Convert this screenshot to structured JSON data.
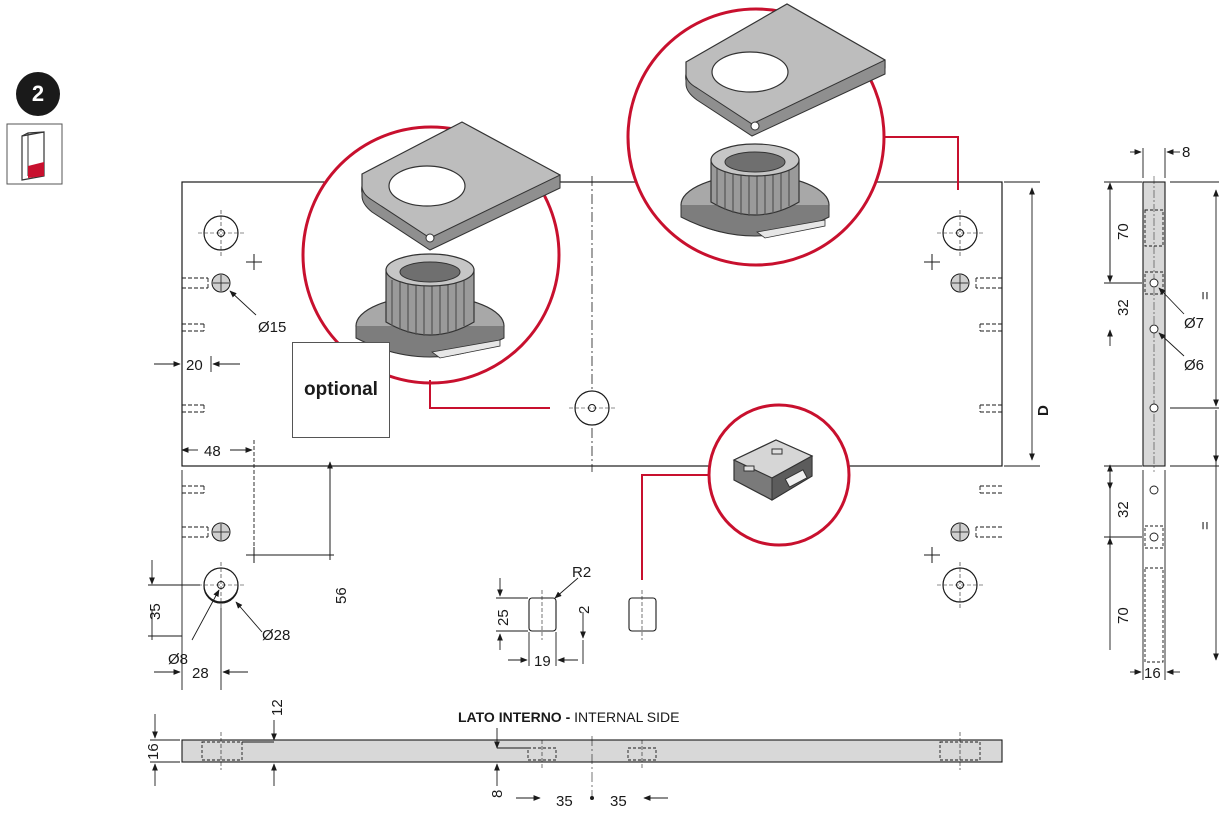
{
  "step": {
    "number": "2",
    "icon": "cabinet-side-panel-icon"
  },
  "optional_label": "optional",
  "section_title": {
    "bold": "LATO INTERNO -",
    "regular": " INTERNAL SIDE"
  },
  "colors": {
    "accent_red": "#c8102e",
    "panel_gray": "#d8d8d8",
    "line": "#1a1a1a"
  },
  "dims": {
    "d8_top": "8",
    "d70_a": "70",
    "d32_a": "32",
    "d32_b": "32",
    "d70_b": "70",
    "d_eq_a": "=",
    "d_eq_b": "=",
    "phi7": "Ø7",
    "phi6": "Ø6",
    "d16_side": "16",
    "D": "D",
    "phi15": "Ø15",
    "d20": "20",
    "d48": "48",
    "d56": "56",
    "d35_left": "35",
    "phi8": "Ø8",
    "phi28": "Ø28",
    "d28": "28",
    "r2": "R2",
    "d25": "25",
    "d2": "2",
    "d19": "19",
    "d12": "12",
    "d16_bottom": "16",
    "d8_bottom": "8",
    "d35_b1": "35",
    "d35_b2": "35"
  }
}
